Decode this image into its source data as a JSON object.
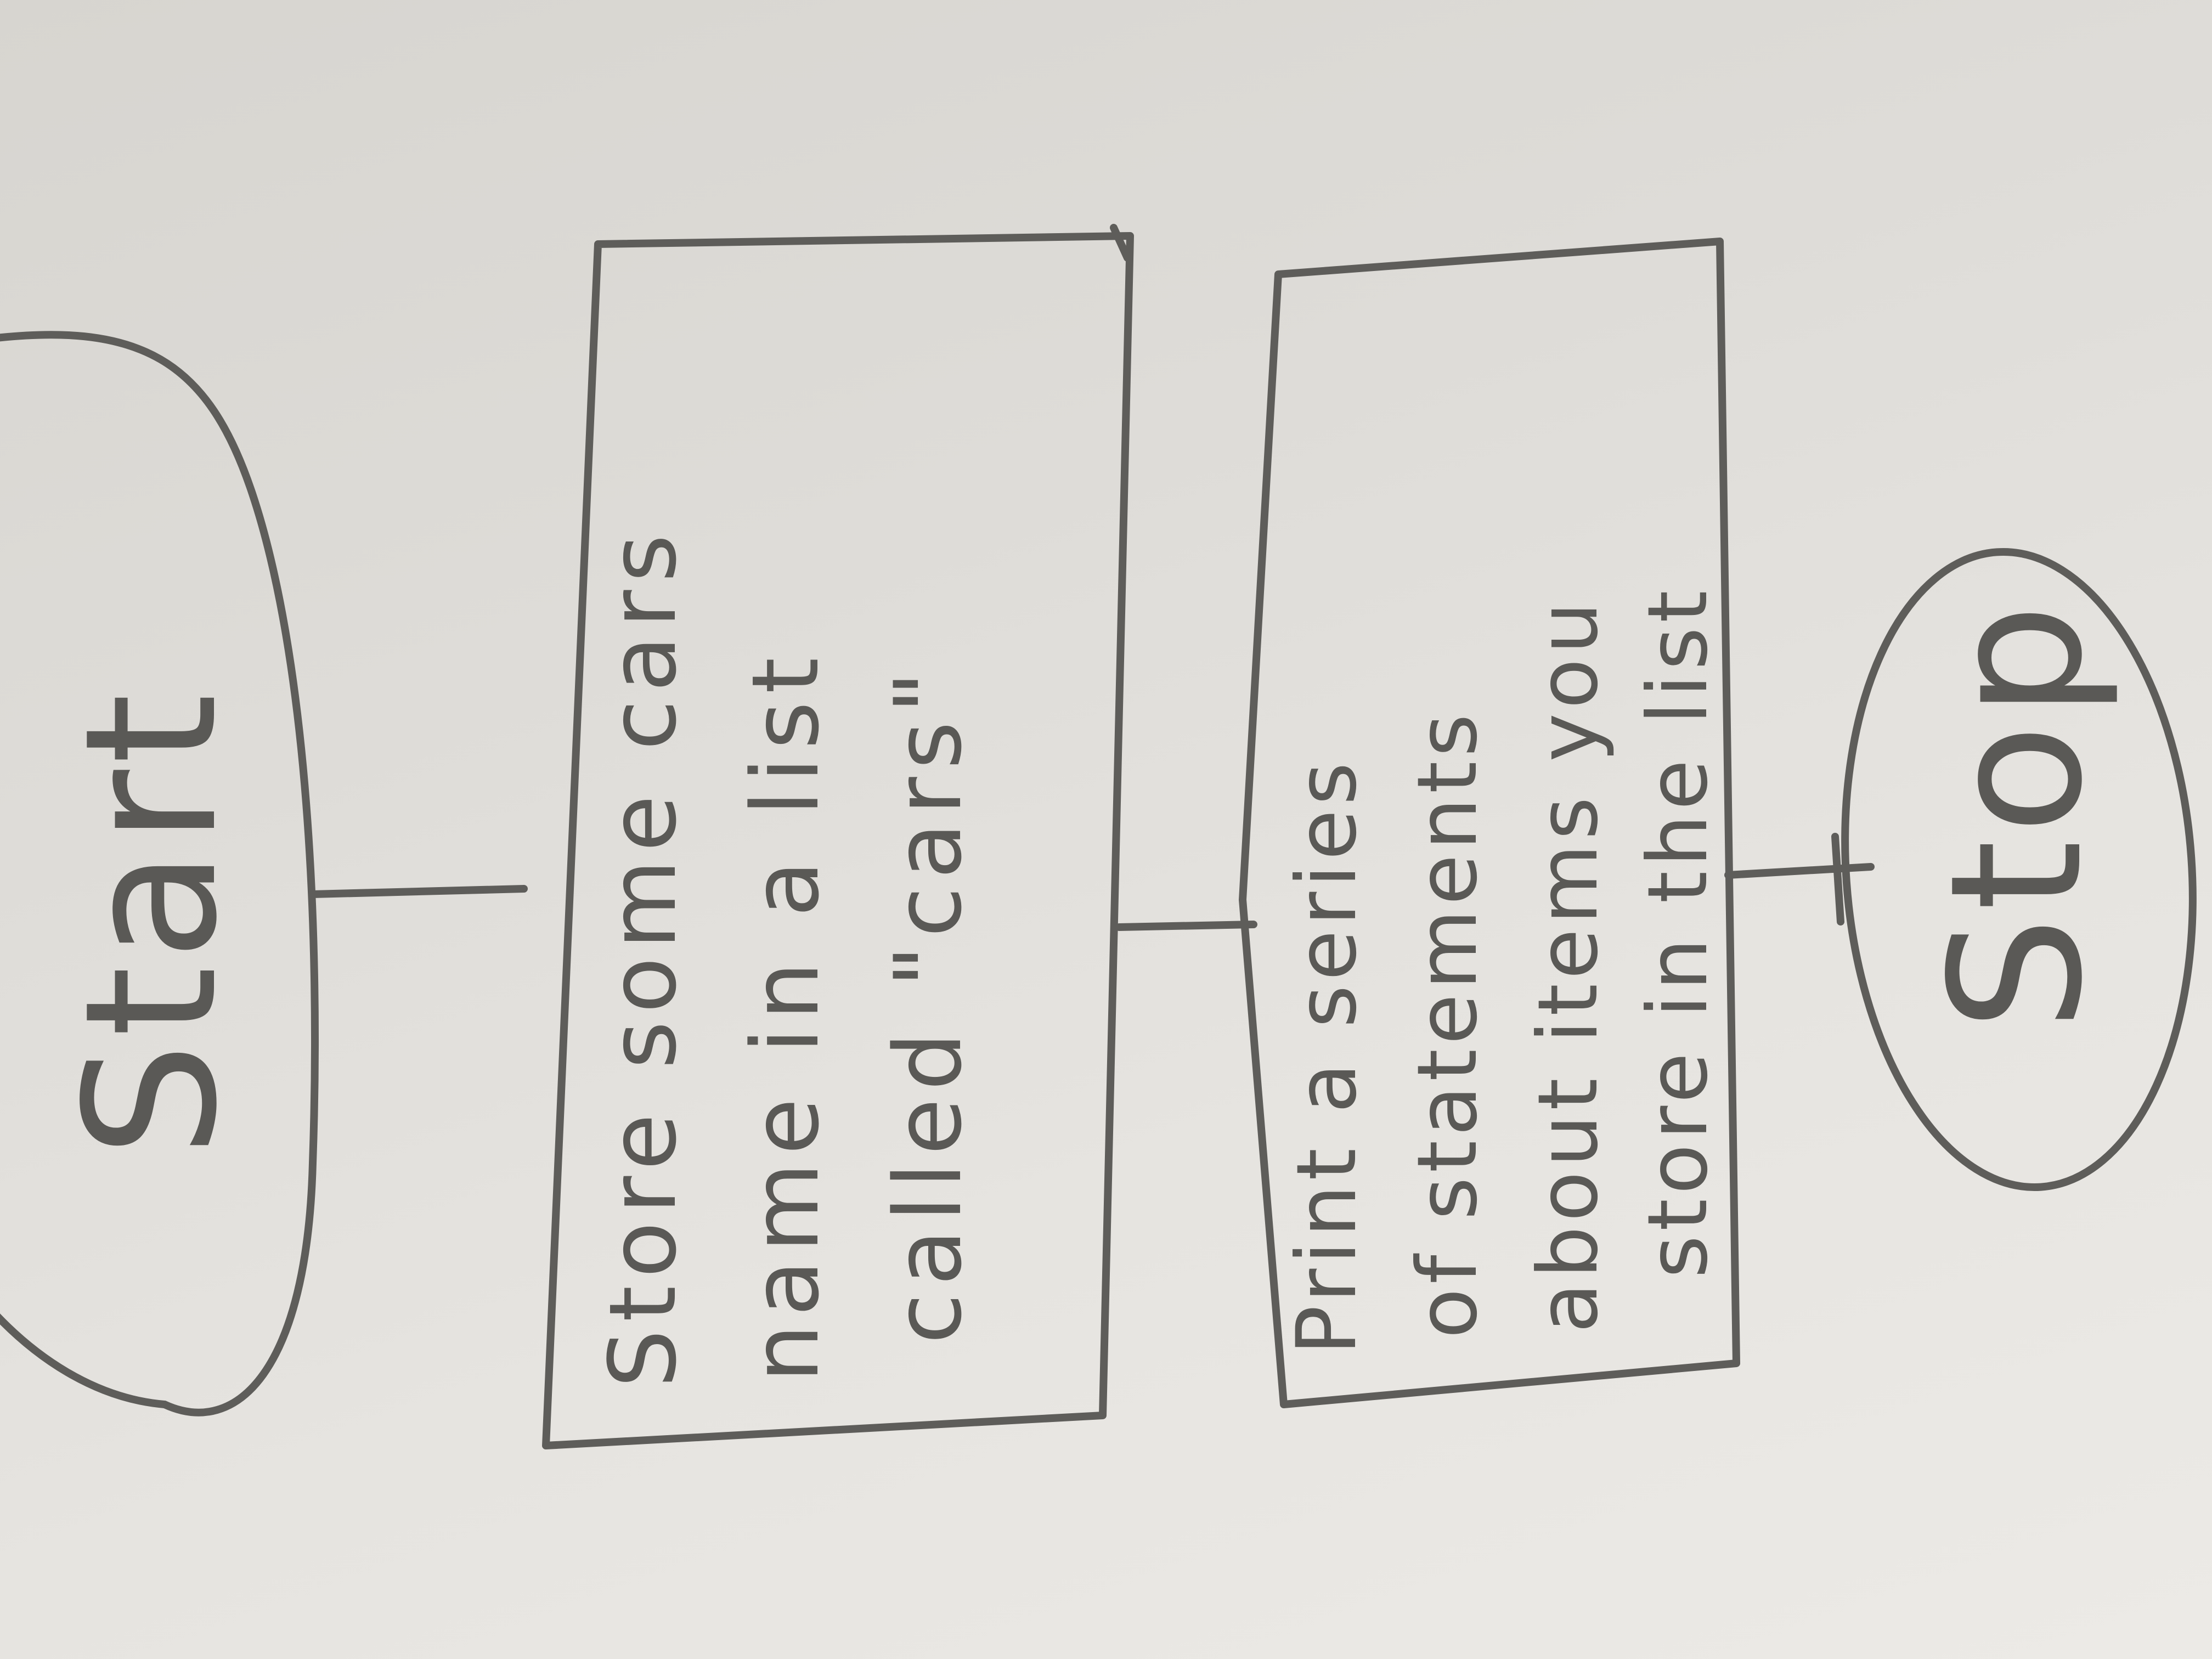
{
  "flowchart": {
    "start_label": "Start",
    "step1": {
      "lines": [
        "Store some cars",
        "name in a list",
        "called \"cars\""
      ]
    },
    "step2": {
      "lines": [
        "Print a series",
        "of statements",
        "about items you",
        "store in the list"
      ]
    },
    "stop_label": "Stop"
  },
  "colors": {
    "paper": "#e2e0dc",
    "pencil": "#5e5d5a"
  }
}
